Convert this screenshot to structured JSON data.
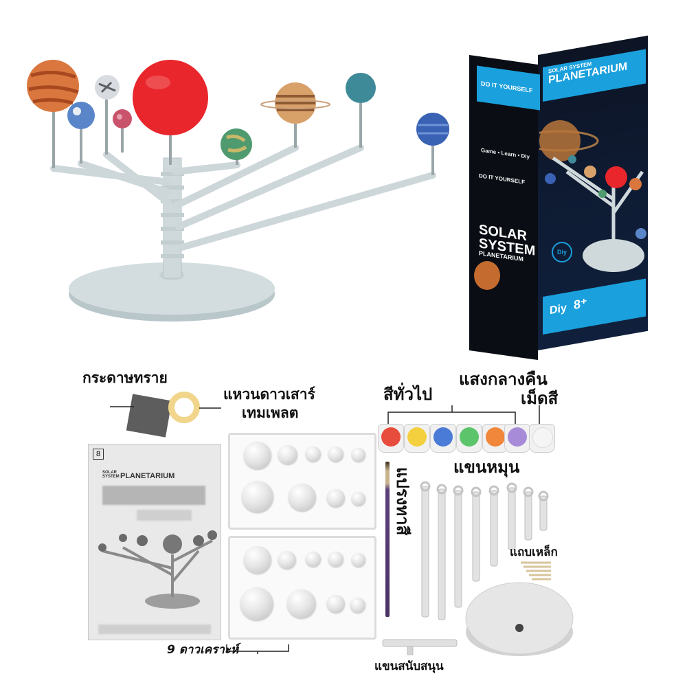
{
  "product": {
    "box": {
      "strip_left": "DO IT YOURSELF",
      "title_top_small": "SOLAR SYSTEM",
      "title_top_big": "PLANETARIUM",
      "tagline": "Game • Learn • Diy",
      "side_heading": "DO IT YOURSELF",
      "front_big_1": "SOLAR",
      "front_big_2": "SYSTEM",
      "front_big_3": "PLANETARIUM",
      "badge_diy": "Diy",
      "badge_age": "8⁺"
    },
    "manual": {
      "page_number": "8",
      "brand_small": "SOLAR SYSTEM",
      "brand_big": "PLANETARIUM"
    }
  },
  "labels": {
    "sandpaper": "กระดาษทราย",
    "saturn_ring": "แหวนดาวเสาร์",
    "template": "เทมเพลต",
    "general_colors": "สีทั่วไป",
    "glow_dark": "แสงกลางคืน",
    "paint_pots": "เม็ดสี",
    "rotating_arms": "แขนหมุน",
    "paint_brush": "แปรงทาสี",
    "metal_rods": "แถบเหล็ก",
    "support_arm": "แขนสนับสนุน",
    "nine_planets": "9 ดาวเคราะห์"
  },
  "colors": {
    "stand": "#cfd9dc",
    "sun": "#e8262c",
    "box_blue": "#1aa0dd",
    "box_dark": "#0a0d14",
    "paints": [
      "#e74c3c",
      "#f4d03f",
      "#4a7bd6",
      "#5cc46b",
      "#f0873a",
      "#a78bd8",
      "#f5f5f5"
    ]
  }
}
